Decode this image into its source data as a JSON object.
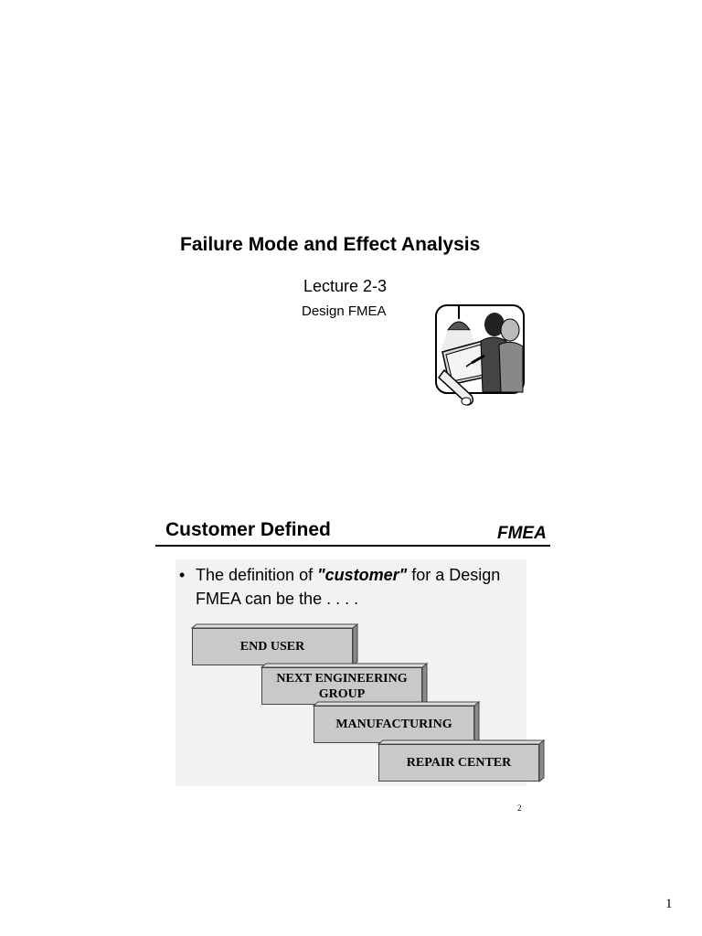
{
  "slide1": {
    "title": "Failure Mode and Effect Analysis",
    "subtitle": "Lecture 2-3",
    "subsubtitle": "Design FMEA",
    "image_icon": "engineers-drafting-table-icon"
  },
  "slide2": {
    "title": "Customer Defined",
    "tag": "FMEA",
    "bullet": {
      "prefix": "The definition of ",
      "emphasis": "\"customer\"",
      "suffix": " for a Design FMEA can be the . . . ."
    },
    "steps": [
      "END USER",
      "NEXT ENGINEERING GROUP",
      "MANUFACTURING",
      "REPAIR CENTER"
    ],
    "slide_number": "2"
  },
  "page_number": "1"
}
